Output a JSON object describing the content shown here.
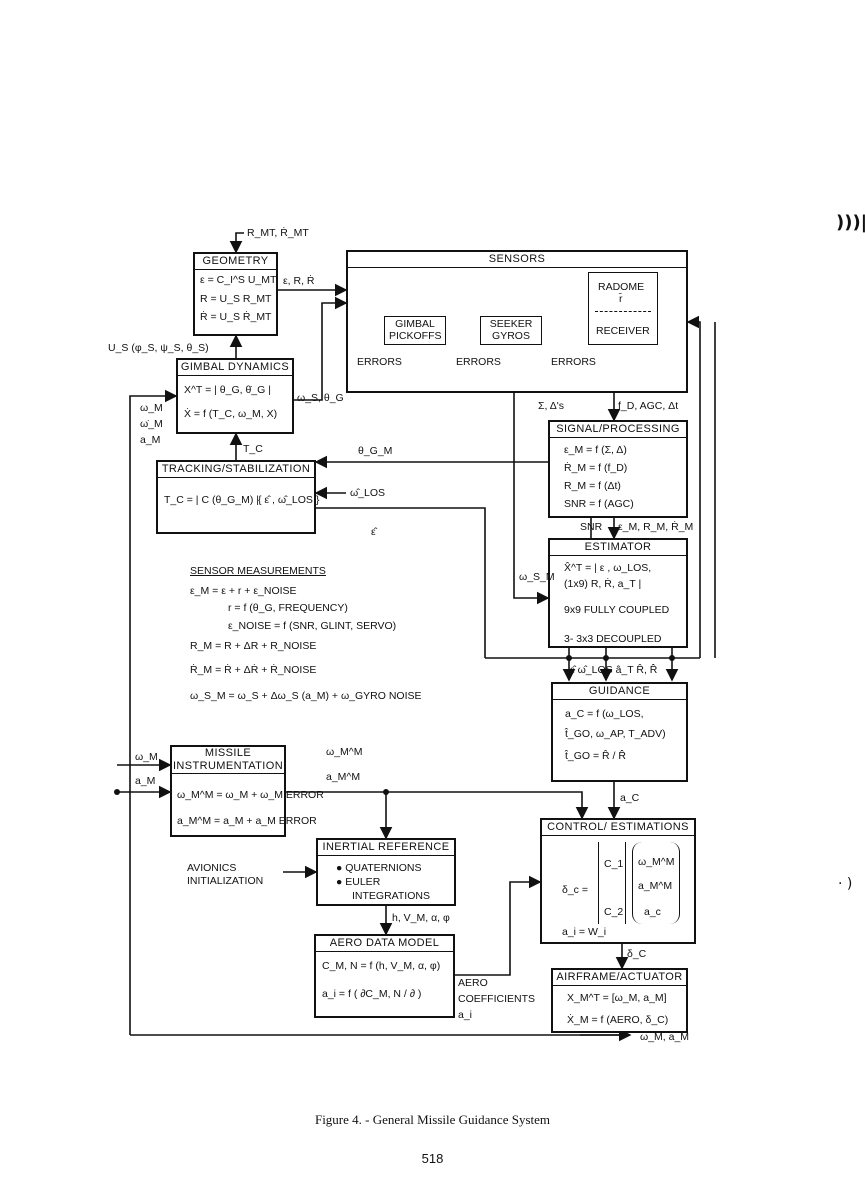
{
  "blocks": {
    "geometry": {
      "title": "GEOMETRY",
      "l1": "ε = C_I^S U_MT",
      "l2": "R = U_S R_MT",
      "l3": "Ṙ = U_S Ṙ_MT"
    },
    "gimbal_dynamics": {
      "title": "GIMBAL DYNAMICS",
      "l1": "X^T = | θ_G, θ̇_G |",
      "l2": "Ẋ = f (T_C, ω_M, X)"
    },
    "tracking": {
      "title": "TRACKING/STABILIZATION",
      "l1": "T_C = | C (θ_G_M) |",
      "l2": "{ ε̂ , ω̂_LOS }"
    },
    "sensors": {
      "title": "SENSORS",
      "radome": "RADOME",
      "radome_sub": "r̄",
      "receiver": "RECEIVER",
      "gimbal_pickoffs": "GIMBAL PICKOFFS",
      "seeker_gyros": "SEEKER GYROS",
      "errors": "ERRORS"
    },
    "signal": {
      "title": "SIGNAL/PROCESSING",
      "l1": "ε_M = f (Σ, Δ)",
      "l2": "Ṙ_M = f (f_D)",
      "l3": "R_M = f (Δt)",
      "l4": "SNR = f (AGC)"
    },
    "estimator": {
      "title": "ESTIMATOR",
      "l1": "X̂^T = | ε , ω_LOS,",
      "l2": "(1x9)   R, Ṙ, a_T |",
      "l3": "9x9 FULLY COUPLED",
      "l4": "3- 3x3 DECOUPLED"
    },
    "guidance": {
      "title": "GUIDANCE",
      "l1": "a_C = f (ω_LOS,",
      "l2": "t̂_GO, ω_AP, T_ADV)",
      "l3": "t̂_GO = R̂ / Ṙ̂"
    },
    "missile_instr": {
      "title": "MISSILE INSTRUMENTATION",
      "l1": "ω_M^M = ω_M + ω_M ERROR",
      "l2": "a_M^M = a_M + a_M ERROR"
    },
    "inertial": {
      "title": "INERTIAL REFERENCE",
      "l1": "● QUATERNIONS",
      "l2": "● EULER",
      "l3": "INTEGRATIONS"
    },
    "aero": {
      "title": "AERO DATA MODEL",
      "l1": "C_M, N = f (h, V_M, α, φ)",
      "l2": "a_i = f ( ∂C_M, N / ∂ )"
    },
    "control": {
      "title": "CONTROL/ ESTIMATIONS",
      "l1": "δ_c =",
      "l2": "C_1",
      "l3": "C_2",
      "l4": "ω_M^M",
      "l5": "a_M^M",
      "l6": "a_c",
      "l7": "a_i = W_i"
    },
    "airframe": {
      "title": "AIRFRAME/ACTUATOR",
      "l1": "X_M^T = [ω_M, a_M]",
      "l2": "Ẋ_M = f (AERO, δ_C)"
    }
  },
  "labels": {
    "r_mt": "R_MT, Ṙ_MT",
    "eps_r_rdot": "ε, R, Ṙ",
    "us_angles": "U_S (φ_S, ψ_S, θ_S)",
    "omega_s_theta_g": "ω_S, θ_G",
    "tc": "T_C",
    "theta_gm": "θ_G_M",
    "omega_los_hat": "ω̂_LOS",
    "eps_hat": "ε̂",
    "omega_m_left": "ω_M",
    "omega_dot_m_left": "ω̇_M",
    "a_m_left": "a_M",
    "sigma_delta": "Σ, Δ's",
    "fd_agc": "f_D, AGC, Δt",
    "snr": "SNR",
    "eps_m_rm": "ε_M, R_M, Ṙ_M",
    "omega_sm": "ω_S_M",
    "est_outputs": "ε̂   ω̂_LOS  â_T   R̂, Ṙ̂",
    "a_c": "a_C",
    "delta_c": "δ_C",
    "h_v_alpha": "h, V_M, α, φ",
    "aero_coeff_1": "AERO",
    "aero_coeff_2": "COEFFICIENTS",
    "aero_coeff_3": "a_i",
    "avionics_1": "AVIONICS",
    "avionics_2": "INITIALIZATION",
    "instr_out_1": "ω_M^M",
    "instr_out_2": "a_M^M",
    "final_out": "ω_M, a_M",
    "wm_left_instr": "ω_M",
    "am_left_instr": "a_M"
  },
  "sensor_measurements": {
    "title": "SENSOR MEASUREMENTS",
    "lines": [
      "ε_M = ε + r + ε_NOISE",
      "r = f (θ_G, FREQUENCY)",
      "ε_NOISE = f (SNR, GLINT, SERVO)",
      "R_M = R + ΔR + R_NOISE",
      "Ṙ_M = Ṙ + ΔṘ + Ṙ_NOISE",
      "ω_S_M = ω_S + Δω_S (a_M) + ω_GYRO NOISE"
    ]
  },
  "caption": "Figure 4. - General Missile Guidance System",
  "page_number": "518"
}
